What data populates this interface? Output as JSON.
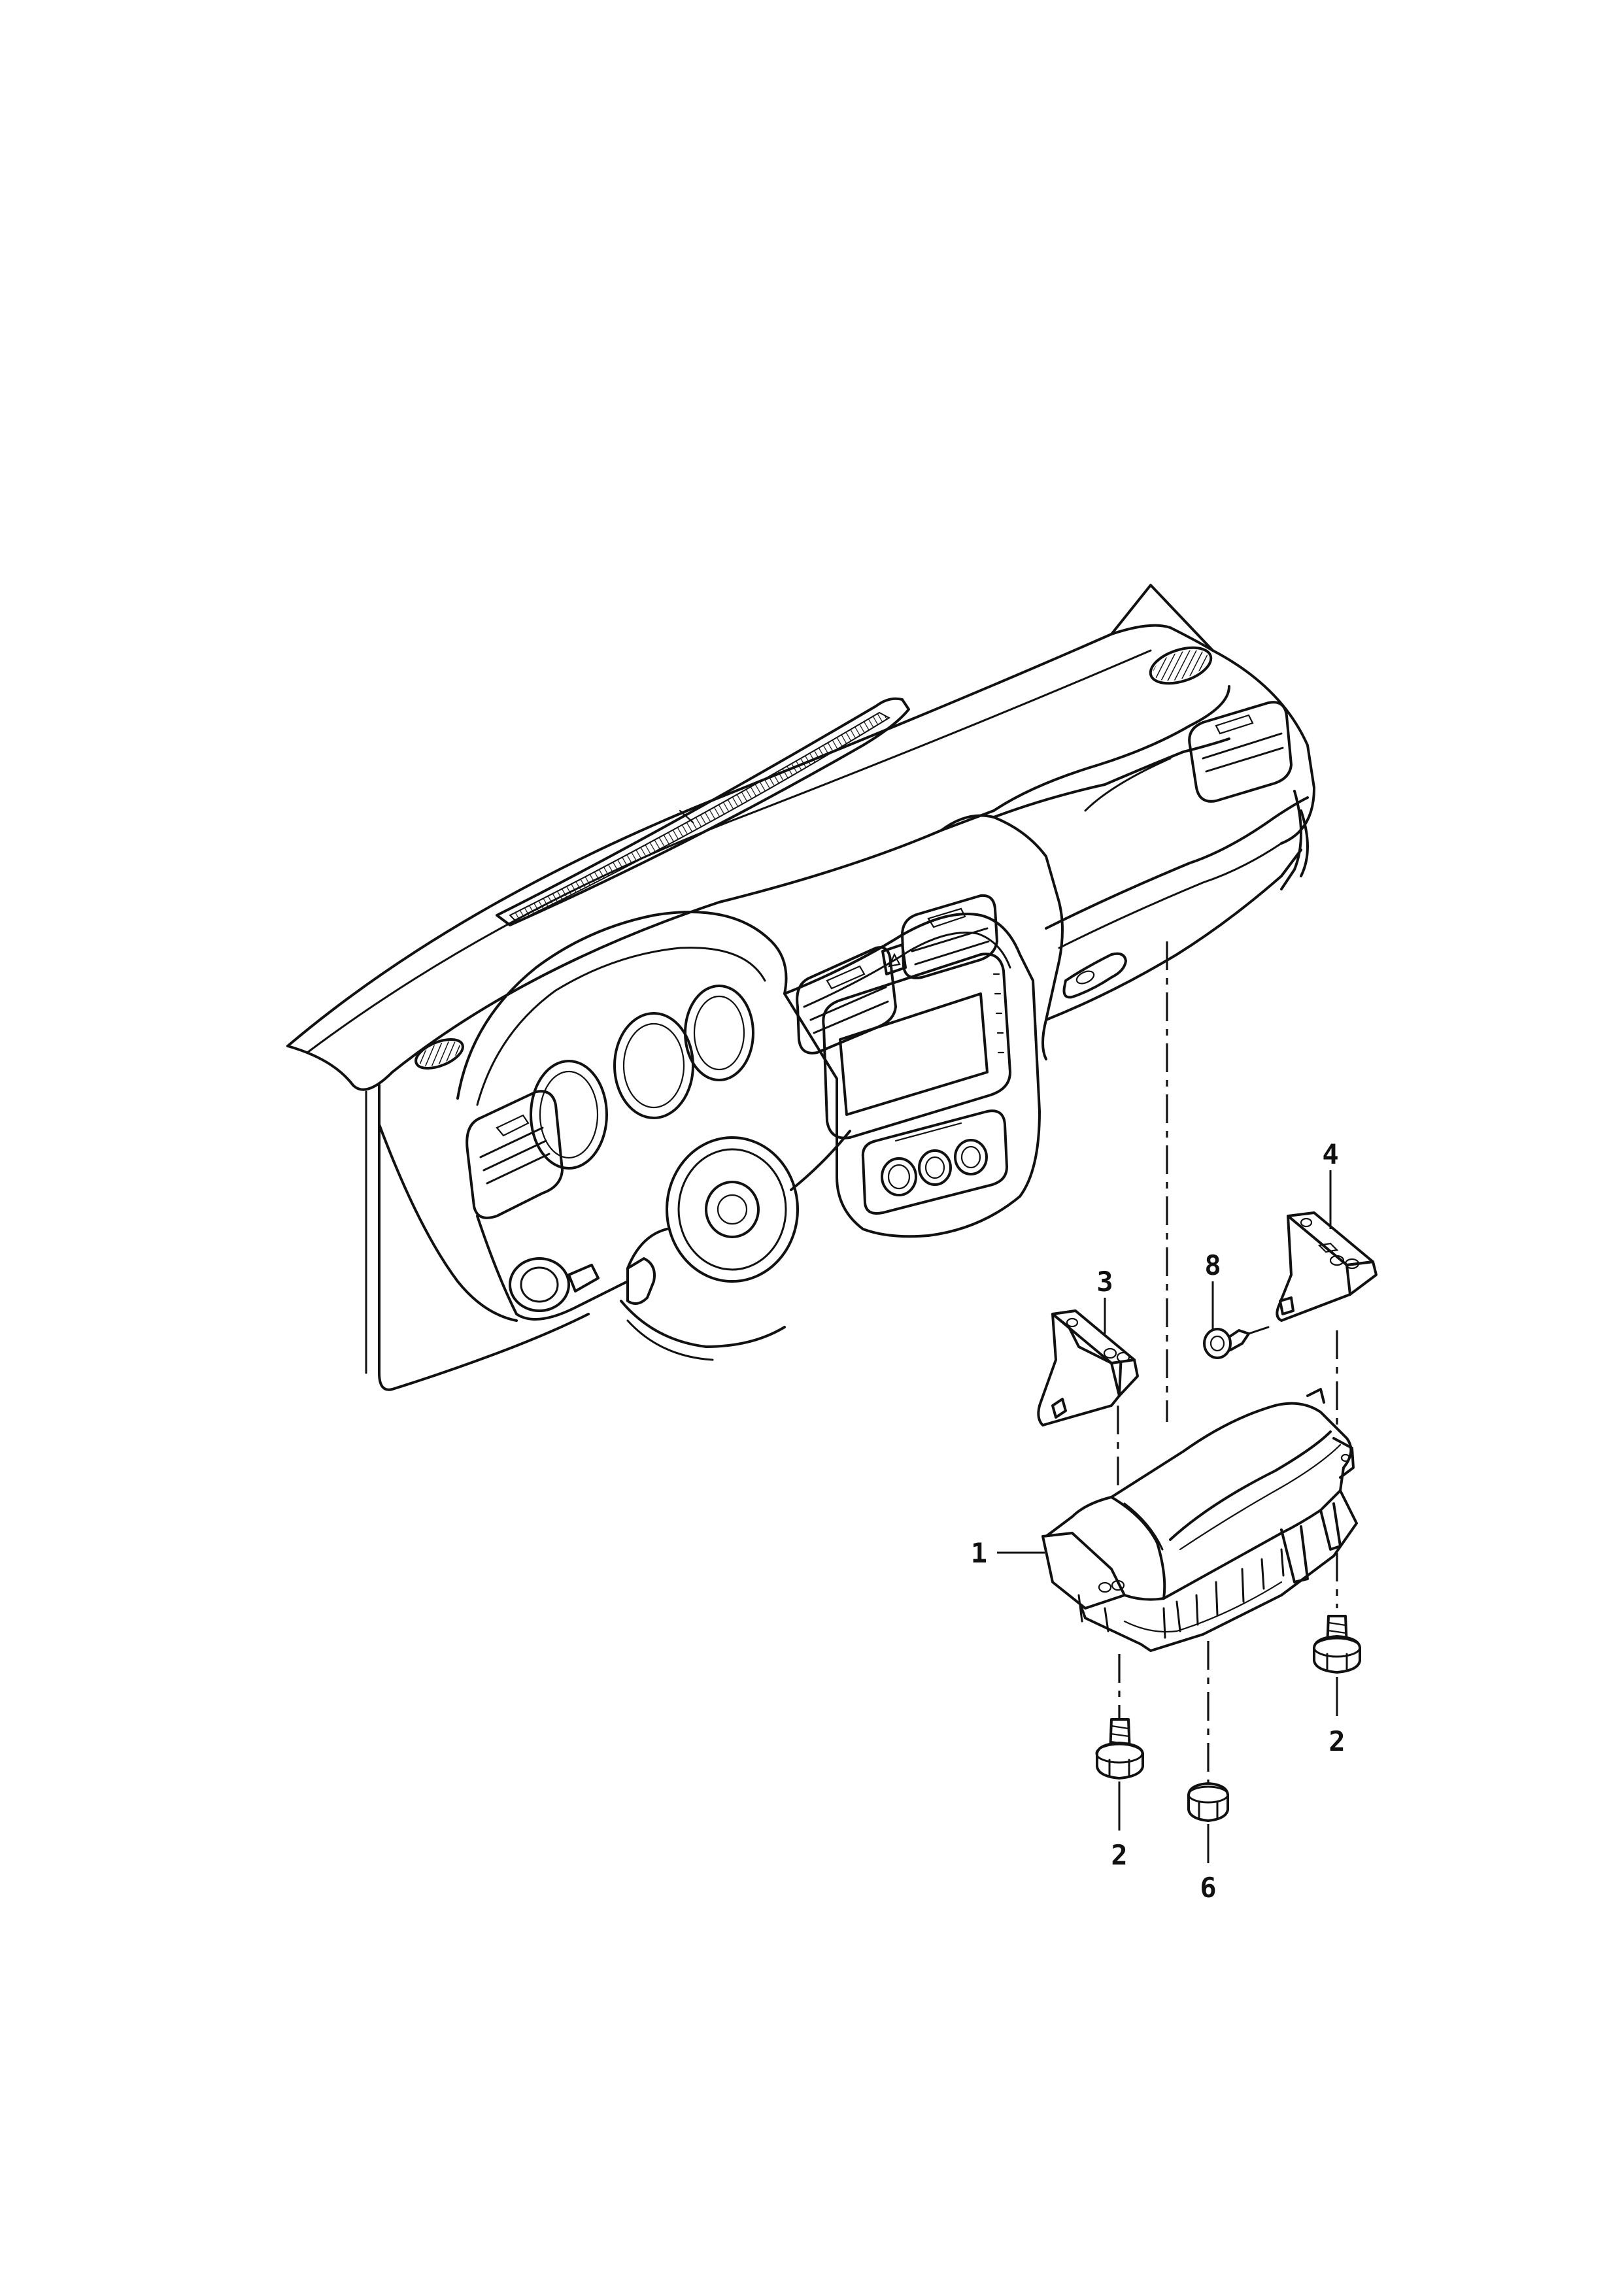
{
  "callouts": {
    "c1": "1",
    "c2_right": "2",
    "c2_bottom": "2",
    "c3": "3",
    "c4": "4",
    "c6": "6",
    "c8": "8"
  },
  "colors": {
    "line": "#111111",
    "background": "#ffffff"
  }
}
